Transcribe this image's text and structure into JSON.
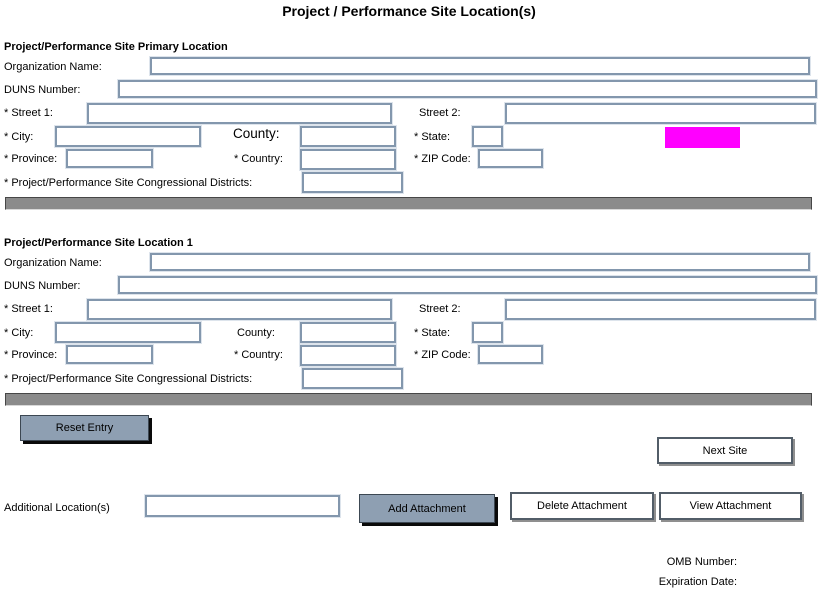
{
  "title": "Project / Performance Site Location(s)",
  "sections": [
    {
      "header": "Project/Performance Site Primary Location",
      "org_label": "Organization Name:",
      "duns_label": "DUNS Number:",
      "street1_label": "* Street 1:",
      "street2_label": "Street 2:",
      "city_label": "* City:",
      "county_label": "County:",
      "state_label": "* State:",
      "province_label": "* Province:",
      "country_label": "* Country:",
      "zip_label": "* ZIP Code:",
      "congressional_label": "* Project/Performance Site Congressional Districts:"
    },
    {
      "header": "Project/Performance Site Location 1",
      "org_label": "Organization Name:",
      "duns_label": "DUNS Number:",
      "street1_label": "* Street 1:",
      "street2_label": "Street 2:",
      "city_label": "* City:",
      "county_label": "County:",
      "state_label": "* State:",
      "province_label": "* Province:",
      "country_label": "* Country:",
      "zip_label": "* ZIP Code:",
      "congressional_label": "* Project/Performance Site Congressional Districts:"
    }
  ],
  "buttons": {
    "reset": "Reset Entry",
    "next_site": "Next Site",
    "add_attachment": "Add Attachment",
    "delete_attachment": "Delete Attachment",
    "view_attachment": "View Attachment"
  },
  "footer": {
    "additional_label": "Additional Location(s)",
    "omb_label": "OMB Number:",
    "expiration_label": "Expiration Date:"
  },
  "colors": {
    "highlight": "#ff00ff",
    "button_blue": "#8e9fb2",
    "divider_gray": "#8b8b8b",
    "input_border": "#8397ad"
  }
}
